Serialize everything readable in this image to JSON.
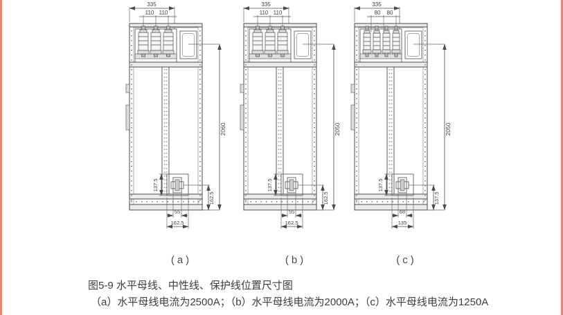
{
  "page": {
    "edge_accent_color": "#ec8673",
    "line_color": "#4a4a4a"
  },
  "figures": [
    {
      "label": "(a)",
      "dims": {
        "support_span": "335",
        "pitch_left": "110",
        "pitch_right": "110",
        "height": "2060",
        "clamp_vertical": "137.5",
        "right_vertical": "162.5",
        "clamp_width": "55",
        "clamp_offset": "162.5"
      }
    },
    {
      "label": "(b)",
      "dims": {
        "support_span": "335",
        "pitch_left": "110",
        "pitch_right": "110",
        "height": "2050",
        "clamp_vertical": "137.5",
        "right_vertical": "162.5",
        "clamp_width": "55",
        "clamp_offset": "162.5"
      }
    },
    {
      "label": "(c)",
      "dims": {
        "support_span": "335",
        "pitch_left": "80",
        "pitch_right": "80",
        "height": "2050",
        "clamp_vertical": "137.5",
        "right_vertical": "137.5",
        "clamp_width": "68",
        "clamp_offset": "135"
      }
    }
  ],
  "caption": {
    "figure_title": "图5-9 水平母线、中性线、保护线位置尺寸图",
    "legend": "（a）水平母线电流为2500A；（b）水平母线电流为2000A；（c）水平母线电流为1250A"
  }
}
